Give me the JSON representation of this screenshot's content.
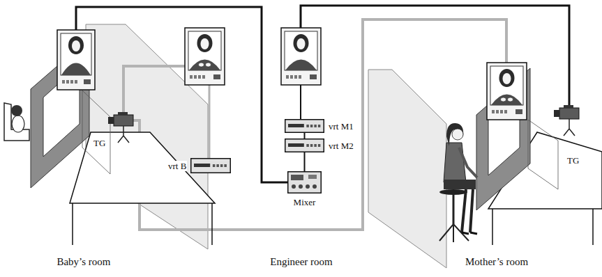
{
  "diagram": {
    "nodes": [
      {
        "text": [
          "vrt B"
        ]
      },
      {
        "text": [
          "vrt M1"
        ]
      },
      {
        "text": [
          "vrt M2"
        ]
      },
      {
        "text": [
          "Mixer"
        ]
      }
    ],
    "edges": [
      {
        "from": 1,
        "to": 2,
        "arrow": "none"
      },
      {
        "from": 2,
        "to": 3,
        "arrow": "none"
      }
    ],
    "labels": [
      "TG",
      "TG",
      "Baby’s room",
      "Engineer room",
      "Mother’s room"
    ]
  }
}
